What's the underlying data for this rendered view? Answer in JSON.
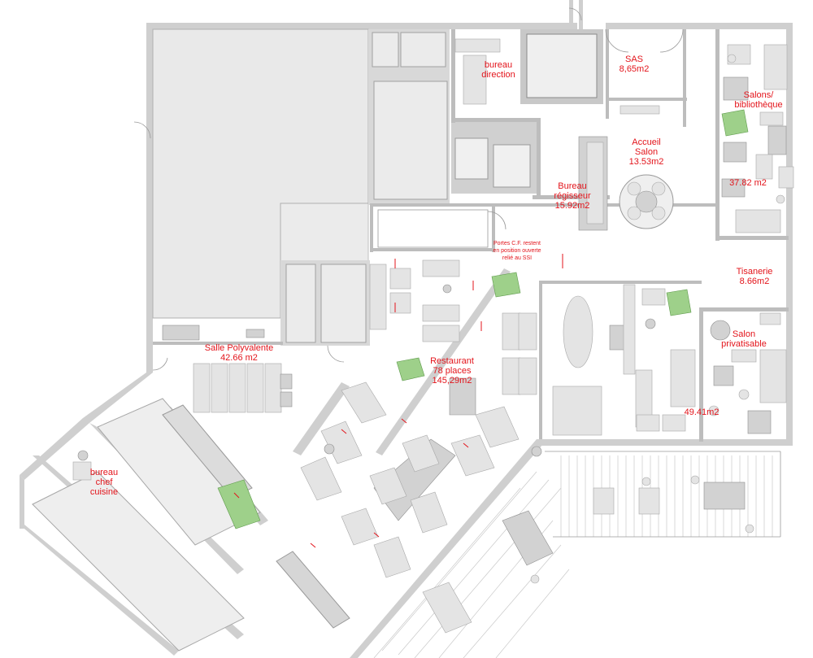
{
  "colors": {
    "label": "#e3141b",
    "wall": "#cfcfcf",
    "furniture": "#e4e4e4",
    "accessible_marker": "#9ed08a"
  },
  "rooms": {
    "bureau_direction": {
      "line1": "bureau",
      "line2": "direction"
    },
    "sas": {
      "line1": "SAS",
      "line2": "8,65m2"
    },
    "salons": {
      "line1": "Salons/",
      "line2": "bibliothèque"
    },
    "accueil": {
      "line1": "Accueil",
      "line2": "Salon",
      "line3": "13.53m2"
    },
    "bureau_regisseur": {
      "line1": "Bureau",
      "line2": "régisseur",
      "line3": "15.92m2"
    },
    "salons_area": {
      "line1": "37.82 m2"
    },
    "tisanerie": {
      "line1": "Tisanerie",
      "line2": "8.66m2"
    },
    "salon_privatisable": {
      "line1": "Salon",
      "line2": "privatisable",
      "line3": "49.41m2"
    },
    "salle_polyvalente": {
      "line1": "Salle Polyvalente",
      "line2": "42.66 m2"
    },
    "restaurant": {
      "line1": "Restaurant",
      "line2": "78 places",
      "line3": "145,29m2"
    },
    "bureau_chef": {
      "line1": "bureau",
      "line2": "chef",
      "line3": "cuisine"
    }
  },
  "notes": {
    "portes_cf": {
      "line1": "Portes C.F. restent",
      "line2": "en position ouverte",
      "line3": "relié au SSI"
    }
  }
}
